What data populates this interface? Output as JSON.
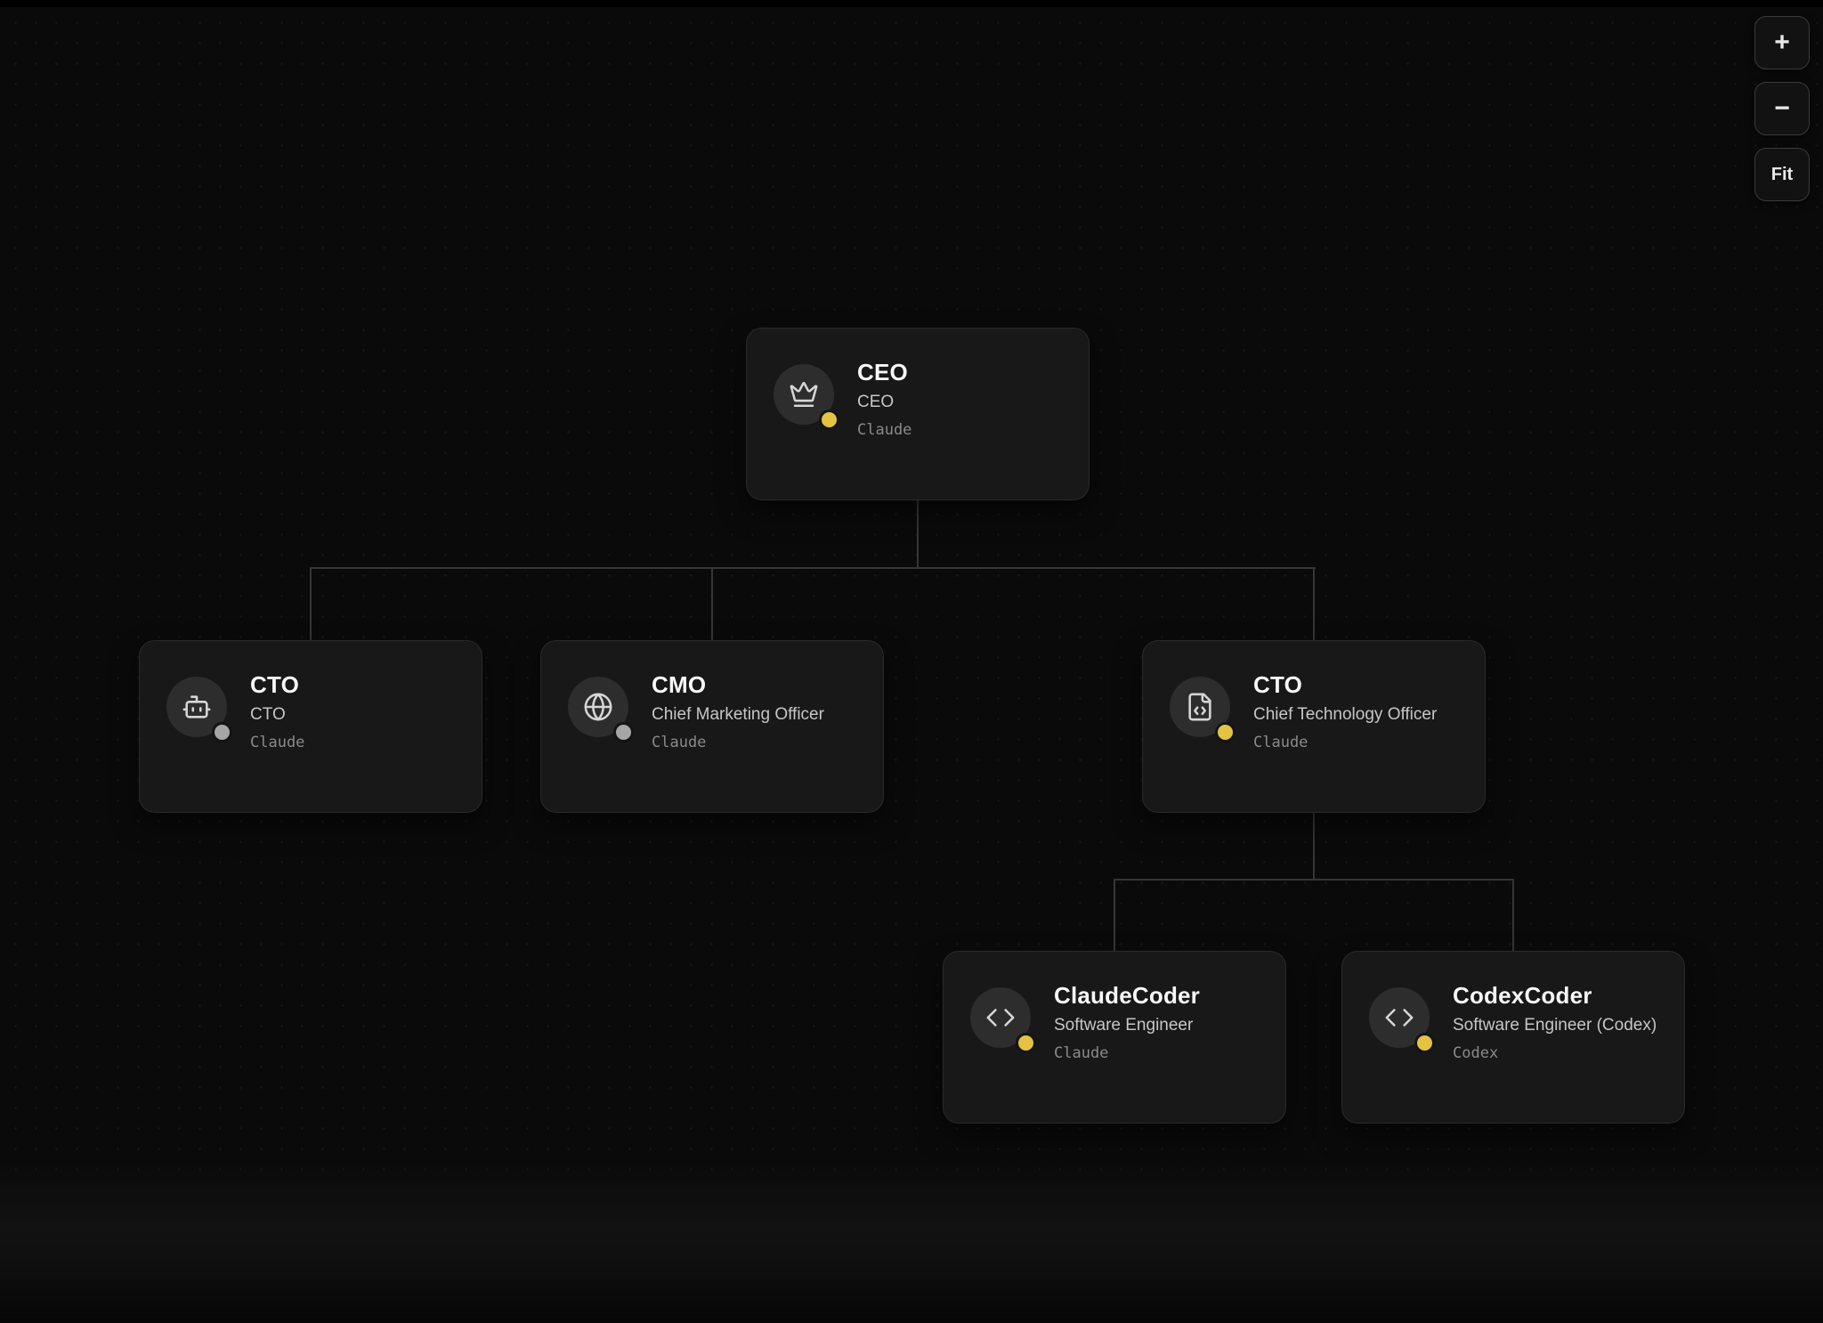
{
  "colors": {
    "background": "#0a0a0a",
    "card_background": "#181818",
    "connector": "#363636",
    "status_active": "#e3c341",
    "status_idle": "#a6a6a6"
  },
  "zoom_controls": {
    "zoom_in_label": "+",
    "zoom_out_label": "−",
    "fit_label": "Fit"
  },
  "org_chart": {
    "nodes": [
      {
        "title": "CEO",
        "role": "CEO",
        "agent": "Claude",
        "icon": "crown-icon",
        "status": "active"
      },
      {
        "title": "CTO",
        "role": "CTO",
        "agent": "Claude",
        "icon": "bot-icon",
        "status": "idle"
      },
      {
        "title": "CMO",
        "role": "Chief Marketing Officer",
        "agent": "Claude",
        "icon": "globe-icon",
        "status": "idle"
      },
      {
        "title": "CTO",
        "role": "Chief Technology Officer",
        "agent": "Claude",
        "icon": "file-code-icon",
        "status": "active"
      },
      {
        "title": "ClaudeCoder",
        "role": "Software Engineer",
        "agent": "Claude",
        "icon": "code-icon",
        "status": "active"
      },
      {
        "title": "CodexCoder",
        "role": "Software Engineer (Codex)",
        "agent": "Codex",
        "icon": "code-icon",
        "status": "active"
      }
    ]
  }
}
